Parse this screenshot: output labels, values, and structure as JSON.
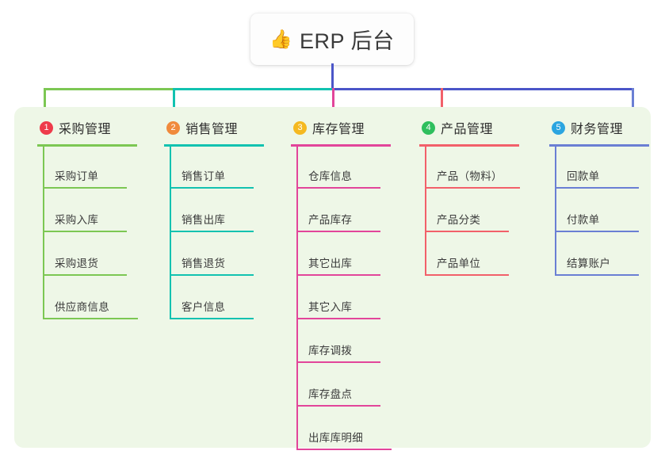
{
  "root": {
    "icon": "thumbs-up-icon",
    "emoji": "👍",
    "title": "ERP 后台"
  },
  "panel": {
    "background": "#eef7e7"
  },
  "connectors": {
    "trunk_color": "#4b56c8",
    "bar_segments": [
      {
        "name": "green-segment",
        "color": "#7cc753"
      },
      {
        "name": "teal-segment",
        "color": "#12c2b0"
      },
      {
        "name": "indigo-segment",
        "color": "#4b56c8"
      }
    ]
  },
  "columns": [
    {
      "number": "1",
      "title": "采购管理",
      "badge_color": "#ee3b4b",
      "line_color": "#7cc753",
      "drop_color": "#7cc753",
      "items": [
        "采购订单",
        "采购入库",
        "采购退货",
        "供应商信息"
      ]
    },
    {
      "number": "2",
      "title": "销售管理",
      "badge_color": "#f08a3c",
      "line_color": "#12c2b0",
      "drop_color": "#12c2b0",
      "items": [
        "销售订单",
        "销售出库",
        "销售退货",
        "客户信息"
      ]
    },
    {
      "number": "3",
      "title": "库存管理",
      "badge_color": "#f5b921",
      "line_color": "#e2459a",
      "drop_color": "#e2459a",
      "items": [
        "仓库信息",
        "产品库存",
        "其它出库",
        "其它入库",
        "库存调拨",
        "库存盘点",
        "出库库明细"
      ]
    },
    {
      "number": "4",
      "title": "产品管理",
      "badge_color": "#2fbf5e",
      "line_color": "#f2606a",
      "drop_color": "#f2606a",
      "items": [
        "产品（物料）",
        "产品分类",
        "产品单位"
      ]
    },
    {
      "number": "5",
      "title": "财务管理",
      "badge_color": "#2ba5e0",
      "line_color": "#6a7fd4",
      "drop_color": "#6a7fd4",
      "items": [
        "回款单",
        "付款单",
        "结算账户"
      ]
    }
  ]
}
